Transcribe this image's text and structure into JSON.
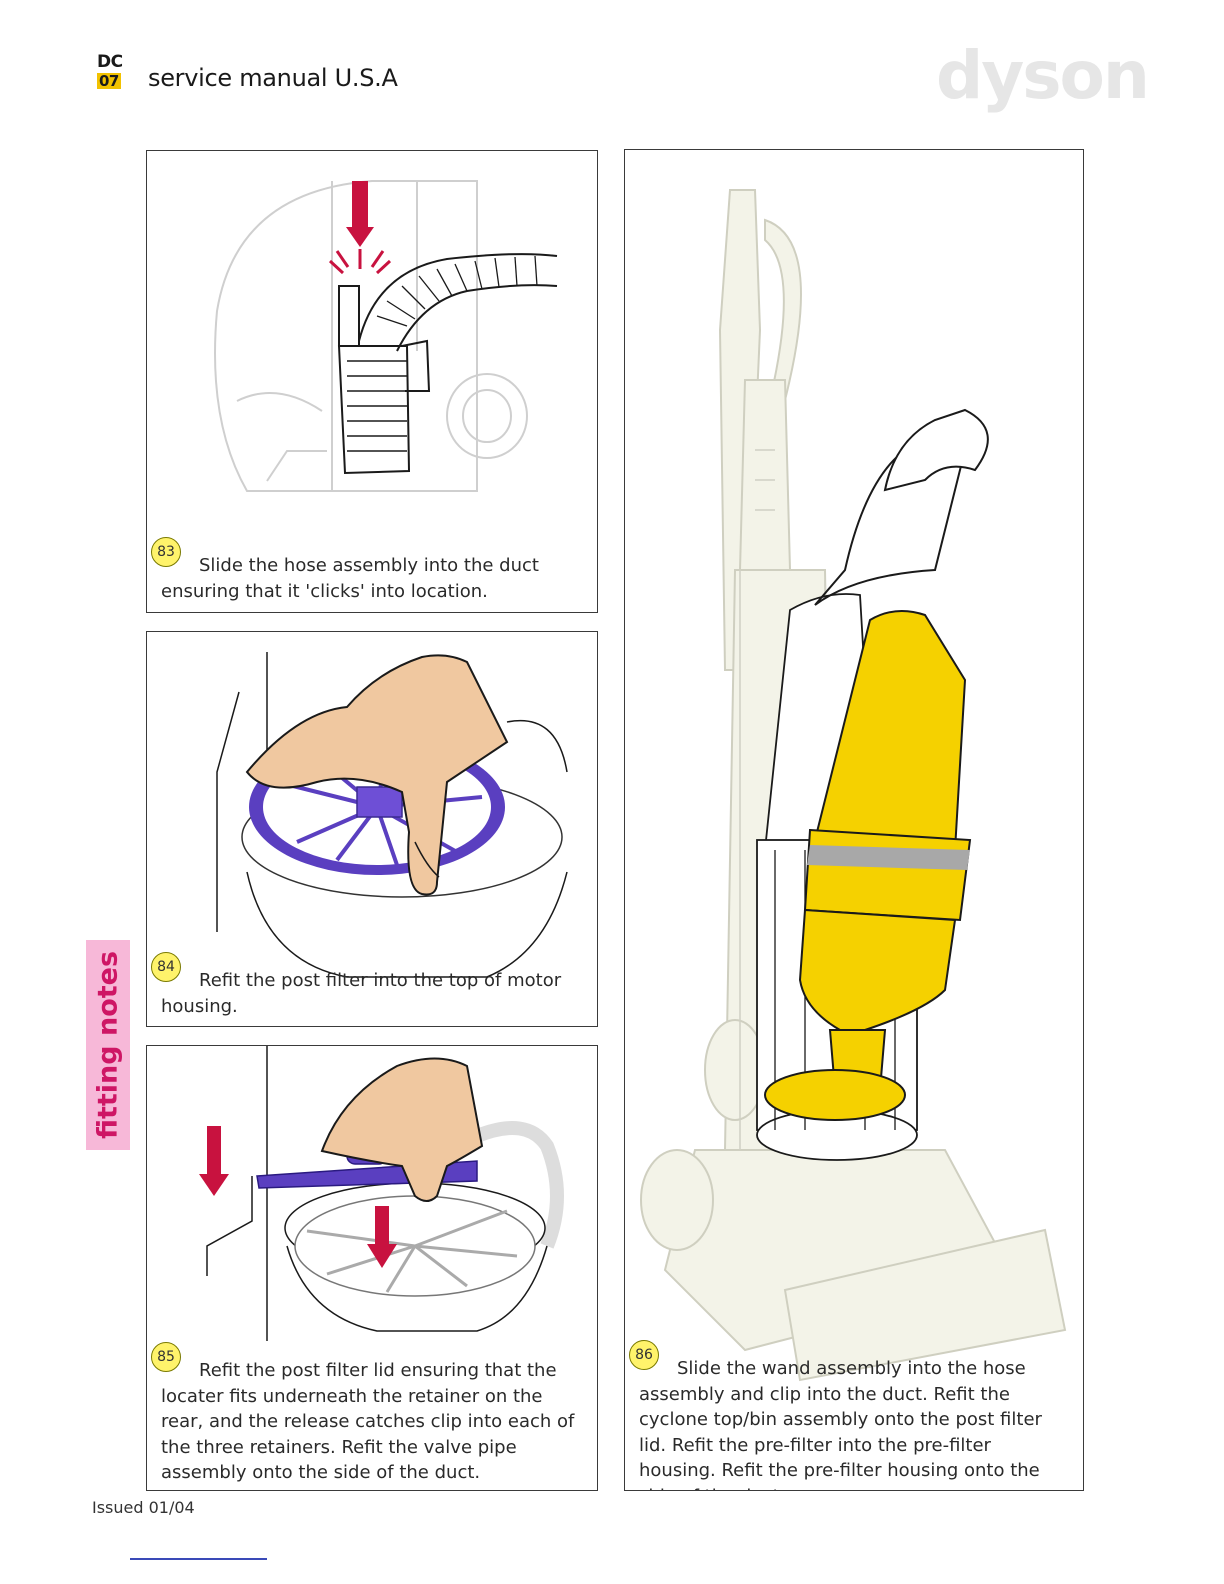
{
  "header": {
    "model_line1": "DC",
    "model_line2": "07",
    "title": "service manual U.S.A",
    "brand": "dyson"
  },
  "side_tab": {
    "label": "fitting notes"
  },
  "steps": [
    {
      "number": "83",
      "text": "Slide the hose assembly into the duct ensuring that it 'clicks' into location."
    },
    {
      "number": "84",
      "text": "Refit the post filter into the top of motor housing."
    },
    {
      "number": "85",
      "text": "Refit the post filter lid ensuring that the locater fits underneath the retainer on the rear, and the release catches clip into each of the three retainers. Refit the valve pipe assembly onto the side of the duct."
    },
    {
      "number": "86",
      "text": "Slide the wand assembly into the hose assembly and clip into the duct. Refit the cyclone top/bin assembly onto the post filter lid. Refit the pre-filter into the pre-filter housing. Refit the pre-filter housing onto the side of the duct."
    }
  ],
  "footer": {
    "issued": "Issued 01/04"
  },
  "colors": {
    "accent_pink": "#ce1665",
    "tab_pink": "#f7b8d8",
    "badge_yellow": "#fff36b",
    "arrow_red": "#c8123f",
    "filter_purple": "#5a3fc0",
    "cyclone_yellow": "#f5d100"
  }
}
